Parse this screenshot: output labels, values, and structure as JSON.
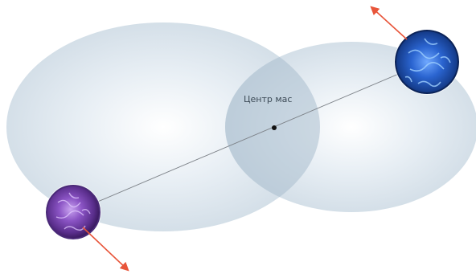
{
  "center_label": "Центр мас",
  "colors": {
    "orbit_fill": "#dce6ee",
    "orbit_overlap": "#b9cad8",
    "connector_line": "#7d8288",
    "barycenter_dot": "#111111",
    "velocity_arrow": "#e8553a",
    "large_star": "#6a3d9a",
    "small_star": "#1f55b8"
  },
  "bodies": [
    {
      "name": "purple-star",
      "role": "more massive body, larger orbit"
    },
    {
      "name": "blue-star",
      "role": "less massive body, smaller orbit"
    }
  ]
}
